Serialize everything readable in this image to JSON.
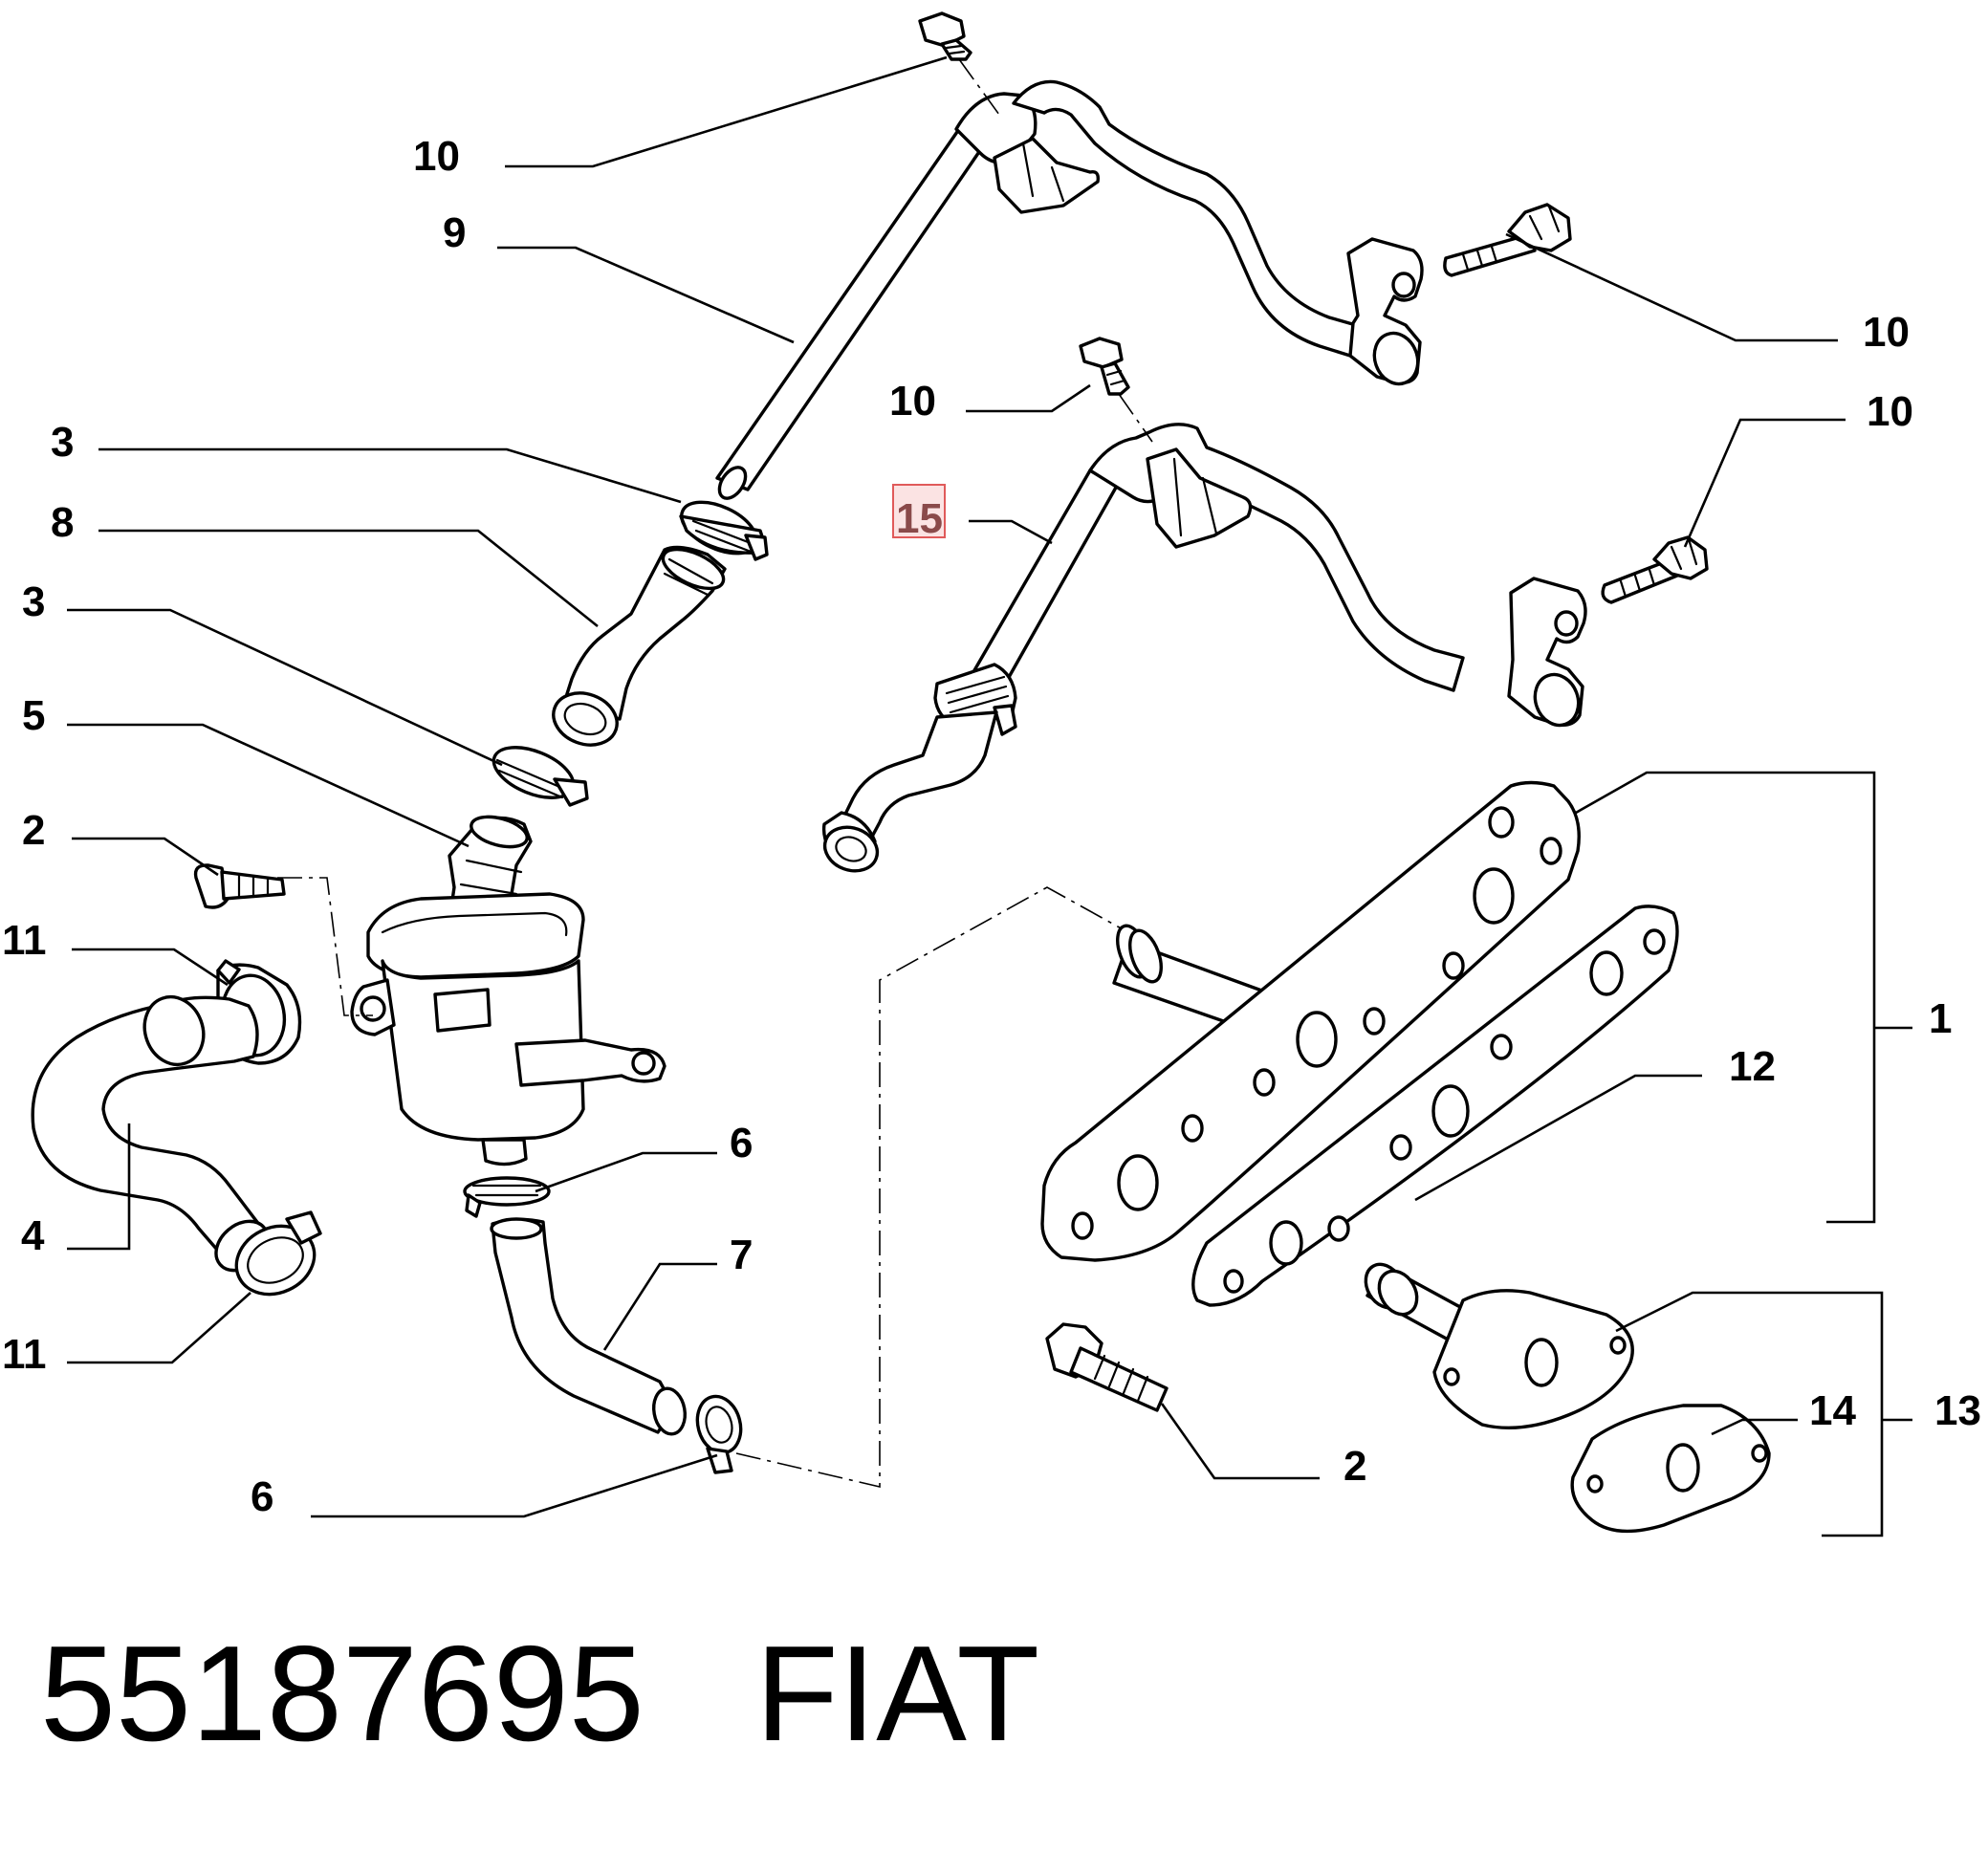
{
  "diagram": {
    "callouts": {
      "bolt_top_upper": "10",
      "pipe_upper": "9",
      "bolt_right_upper": "10",
      "bolt_top_lower": "10",
      "bolt_right_lower": "10",
      "pipe_lower": "15",
      "clamp_upper": "3",
      "hose_short": "8",
      "clamp_lower": "3",
      "separator": "5",
      "bolt_left": "2",
      "clamp_left_upper": "11",
      "hose_elbow": "4",
      "clamp_left_lower": "11",
      "clamp_sep_outlet": "6",
      "hose_return": "7",
      "clamp_return_end": "6",
      "bolt_bottom": "2",
      "plate_assembly": "1",
      "gasket_plate": "12",
      "flange_assembly": "13",
      "flange_gasket": "14"
    },
    "highlighted_callout": "15"
  },
  "footer": {
    "part_number": "55187695",
    "brand": "FIAT"
  },
  "colors": {
    "line": "#000000",
    "highlight_fill": "#fbe3e3",
    "highlight_stroke": "#e05a5a",
    "highlight_text": "#8a4a4a"
  }
}
